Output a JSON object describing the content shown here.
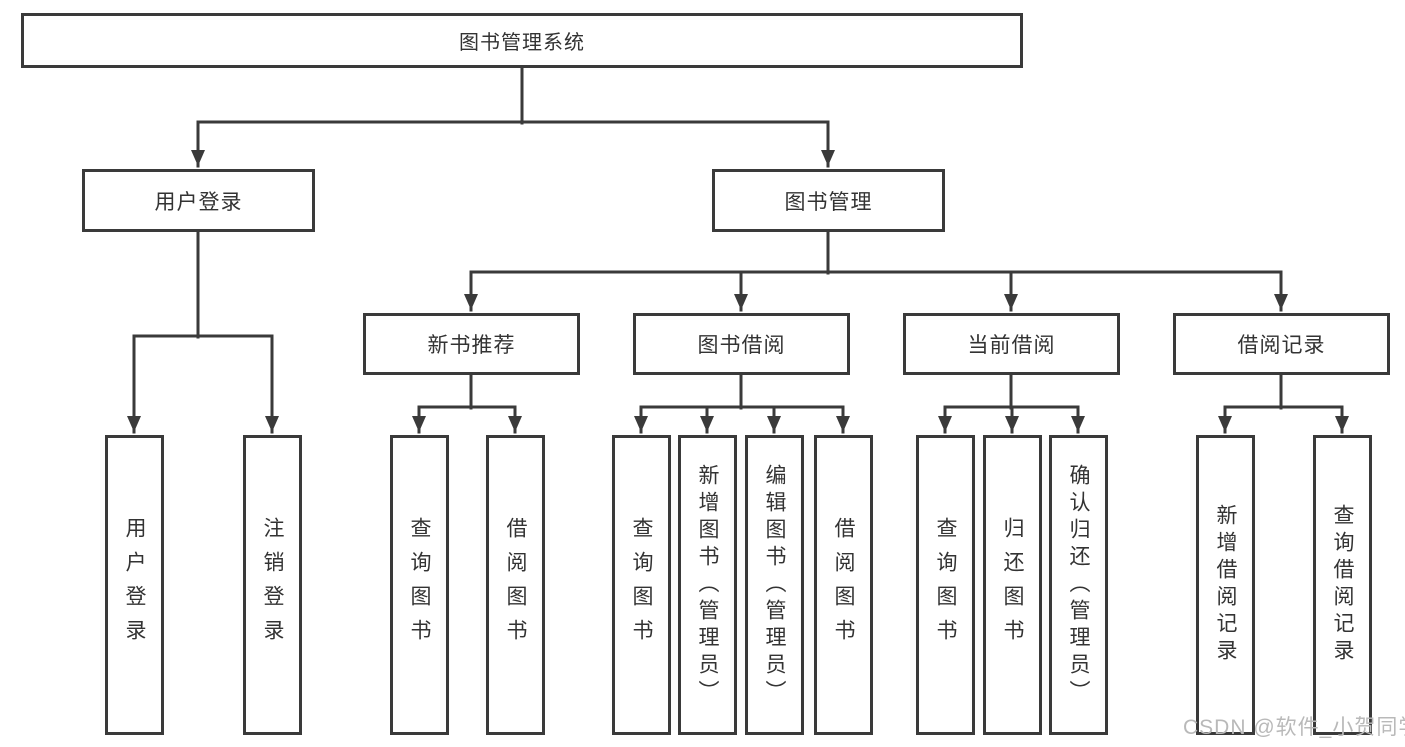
{
  "diagram": {
    "root": {
      "label": "图书管理系统"
    },
    "level2": {
      "user_login": {
        "label": "用户登录"
      },
      "book_management": {
        "label": "图书管理"
      }
    },
    "level3": {
      "new_book_recommend": {
        "label": "新书推荐"
      },
      "book_borrow": {
        "label": "图书借阅"
      },
      "current_borrow": {
        "label": "当前借阅"
      },
      "borrow_records": {
        "label": "借阅记录"
      }
    },
    "leaves": {
      "user_login": {
        "label": "用户登录"
      },
      "logout": {
        "label": "注销登录"
      },
      "recommend_query_books": {
        "label": "查询图书"
      },
      "recommend_borrow_books": {
        "label": "借阅图书"
      },
      "borrow_query_books": {
        "label": "查询图书"
      },
      "borrow_add_books": {
        "label": "新增图书（管理员）"
      },
      "borrow_edit_books": {
        "label": "编辑图书（管理员）"
      },
      "borrow_borrow_books": {
        "label": "借阅图书"
      },
      "current_query_books": {
        "label": "查询图书"
      },
      "current_return_books": {
        "label": "归还图书"
      },
      "current_confirm_return": {
        "label": "确认归还（管理员）"
      },
      "records_add_record": {
        "label": "新增借阅记录"
      },
      "records_query_record": {
        "label": "查询借阅记录"
      }
    },
    "watermark": "CSDN @软件_小贺同学"
  },
  "colors": {
    "line": "#3a3a3a",
    "text": "#333333",
    "watermark": "#b9b9b9",
    "background": "#ffffff"
  }
}
